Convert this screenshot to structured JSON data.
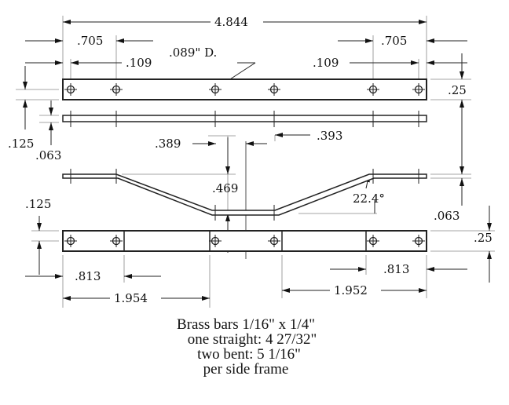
{
  "dimensions": {
    "overall_length": "4.844",
    "left_hole_spacing": ".705",
    "right_hole_spacing": ".705",
    "left_edge_hole": ".109",
    "right_edge_hole": ".109",
    "hole_diameter": ".089\" D.",
    "bar_width_top": ".25",
    "hole_center_left": ".125",
    "thickness_left": ".063",
    "offset_left": ".389",
    "offset_right": ".393",
    "drop_height": ".469",
    "bend_angle": "22.4°",
    "thickness_right": ".063",
    "hole_center_bottom_left": ".125",
    "bar_width_bottom": ".25",
    "segment_left": ".813",
    "segment_right": ".813",
    "span_left": "1.954",
    "span_right": "1.952"
  },
  "caption": [
    "Brass bars 1/16\" x 1/4\"",
    "one straight: 4 27/32\"",
    "two bent: 5 1/16\"",
    "per side frame"
  ]
}
